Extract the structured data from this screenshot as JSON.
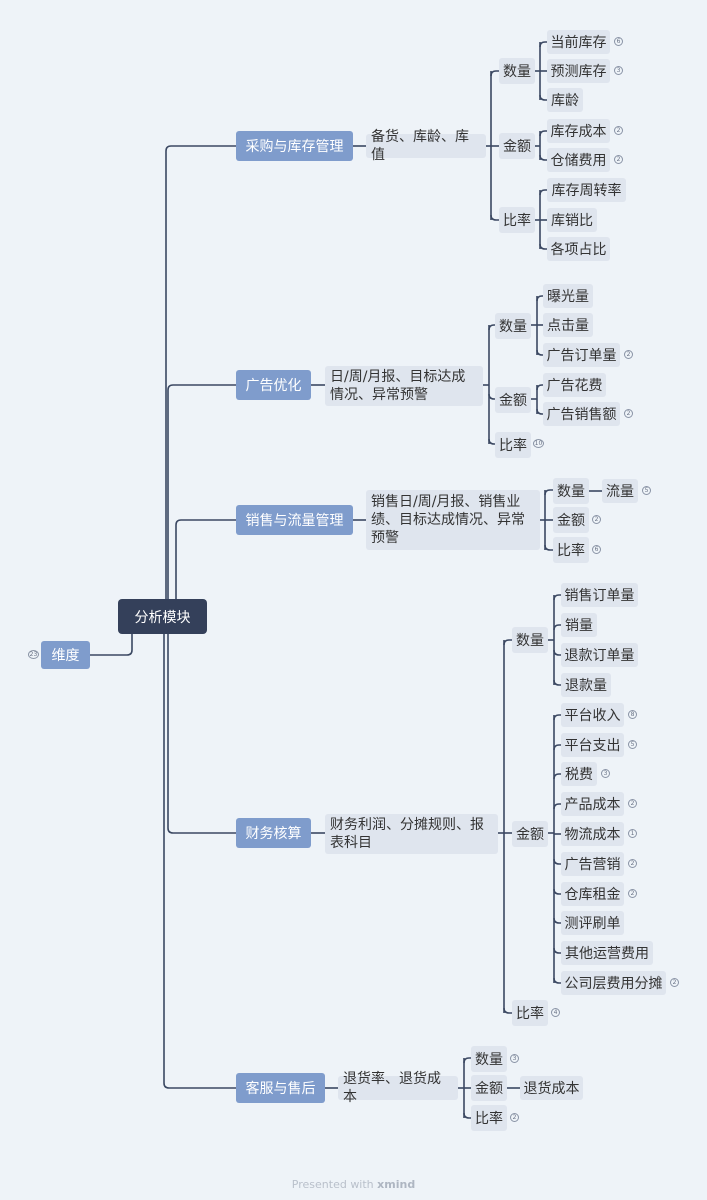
{
  "dimension": {
    "label": "维度",
    "badge": "23"
  },
  "root": {
    "label": "分析模块"
  },
  "footer": {
    "prefix": "Presented with",
    "brand": "xmind"
  },
  "branches": [
    {
      "label": "采购与库存管理",
      "desc": "备货、库龄、库值",
      "groups": [
        {
          "label": "数量",
          "items": [
            {
              "label": "当前库存",
              "badge": "6"
            },
            {
              "label": "预测库存",
              "badge": "3"
            },
            {
              "label": "库龄"
            }
          ]
        },
        {
          "label": "金额",
          "items": [
            {
              "label": "库存成本",
              "badge": "2"
            },
            {
              "label": "仓储费用",
              "badge": "2"
            }
          ]
        },
        {
          "label": "比率",
          "items": [
            {
              "label": "库存周转率"
            },
            {
              "label": "库销比"
            },
            {
              "label": "各项占比"
            }
          ]
        }
      ]
    },
    {
      "label": "广告优化",
      "desc": "日/周/月报、目标达成情况、异常预警",
      "groups": [
        {
          "label": "数量",
          "items": [
            {
              "label": "曝光量"
            },
            {
              "label": "点击量"
            },
            {
              "label": "广告订单量",
              "badge": "2"
            }
          ]
        },
        {
          "label": "金额",
          "items": [
            {
              "label": "广告花费"
            },
            {
              "label": "广告销售额",
              "badge": "2"
            }
          ]
        },
        {
          "label": "比率",
          "badge": "10"
        }
      ]
    },
    {
      "label": "销售与流量管理",
      "desc": "销售日/周/月报、销售业绩、目标达成情况、异常预警",
      "groups": [
        {
          "label": "数量",
          "items": [
            {
              "label": "流量",
              "badge": "5"
            }
          ]
        },
        {
          "label": "金额",
          "badge": "2"
        },
        {
          "label": "比率",
          "badge": "6"
        }
      ]
    },
    {
      "label": "财务核算",
      "desc": "财务利润、分摊规则、报表科目",
      "groups": [
        {
          "label": "数量",
          "items": [
            {
              "label": "销售订单量"
            },
            {
              "label": "销量"
            },
            {
              "label": "退款订单量"
            },
            {
              "label": "退款量"
            }
          ]
        },
        {
          "label": "金额",
          "items": [
            {
              "label": "平台收入",
              "badge": "8"
            },
            {
              "label": "平台支出",
              "badge": "5"
            },
            {
              "label": "税费",
              "badge": "3"
            },
            {
              "label": "产品成本",
              "badge": "2"
            },
            {
              "label": "物流成本",
              "badge": "1"
            },
            {
              "label": "广告营销",
              "badge": "2"
            },
            {
              "label": "仓库租金",
              "badge": "2"
            },
            {
              "label": "测评刷单"
            },
            {
              "label": "其他运营费用"
            },
            {
              "label": "公司层费用分摊",
              "badge": "2"
            }
          ]
        },
        {
          "label": "比率",
          "badge": "4"
        }
      ]
    },
    {
      "label": "客服与售后",
      "desc": "退货率、退货成本",
      "groups": [
        {
          "label": "数量",
          "badge": "3"
        },
        {
          "label": "金额",
          "items": [
            {
              "label": "退货成本"
            }
          ]
        },
        {
          "label": "比率",
          "badge": "2"
        }
      ]
    }
  ]
}
